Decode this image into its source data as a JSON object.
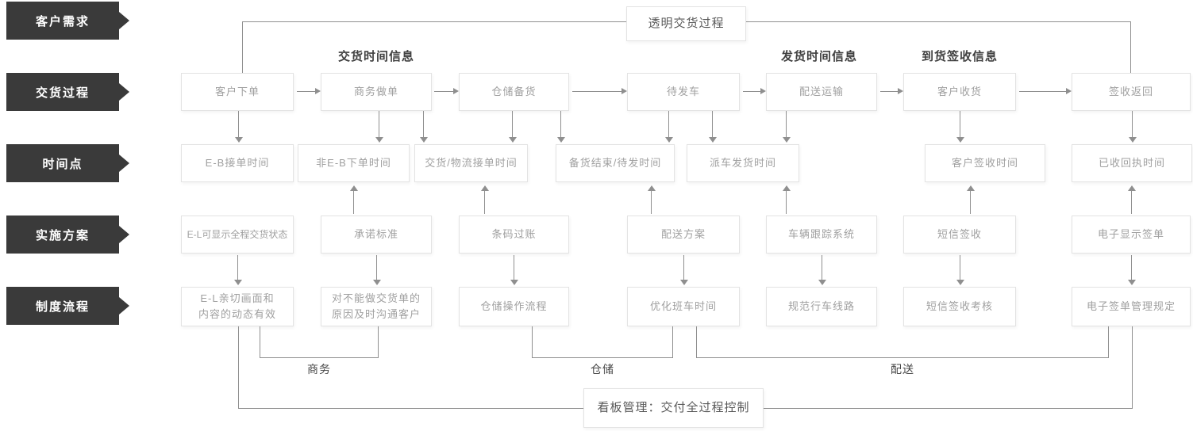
{
  "sidebar": {
    "items": [
      {
        "label": "客户需求"
      },
      {
        "label": "交货过程"
      },
      {
        "label": "时间点"
      },
      {
        "label": "实施方案"
      },
      {
        "label": "制度流程"
      }
    ]
  },
  "top_box": {
    "label": "透明交货过程"
  },
  "bottom_box": {
    "label": "看板管理：交付全过程控制"
  },
  "headers": [
    {
      "label": "交货时间信息"
    },
    {
      "label": "发货时间信息"
    },
    {
      "label": "到货签收信息"
    }
  ],
  "rows": {
    "process": [
      {
        "label": "客户下单"
      },
      {
        "label": "商务做单"
      },
      {
        "label": "仓储备货"
      },
      {
        "label": "待发车"
      },
      {
        "label": "配送运输"
      },
      {
        "label": "客户收货"
      },
      {
        "label": "签收返回"
      }
    ],
    "time": [
      {
        "label": "E-B接单时间"
      },
      {
        "label": "非E-B下单时间"
      },
      {
        "label": "交货/物流接单时间"
      },
      {
        "label": "备货结束/待发时间"
      },
      {
        "label": "派车发货时间"
      },
      {
        "label": "客户签收时间"
      },
      {
        "label": "已收回执时间"
      }
    ],
    "solution": [
      {
        "label": "E-L可显示全程交货状态"
      },
      {
        "label": "承诺标准"
      },
      {
        "label": "条码过账"
      },
      {
        "label": "配送方案"
      },
      {
        "label": "车辆跟踪系统"
      },
      {
        "label": "短信签收"
      },
      {
        "label": "电子显示签单"
      }
    ],
    "policy": [
      {
        "label": "E-L亲切画面和\n内容的动态有效"
      },
      {
        "label": "对不能做交货单的\n原因及时沟通客户"
      },
      {
        "label": "仓储操作流程"
      },
      {
        "label": "优化班车时间"
      },
      {
        "label": "规范行车线路"
      },
      {
        "label": "短信签收考核"
      },
      {
        "label": "电子签单管理规定"
      }
    ]
  },
  "groups": [
    {
      "label": "商务"
    },
    {
      "label": "仓储"
    },
    {
      "label": "配送"
    }
  ],
  "colors": {
    "background": "#ffffff",
    "sidebar_bg": "#3a3a3a",
    "box_border": "#e3e3e3",
    "box_text": "#a0a0a0",
    "line": "#8f8f8f",
    "heading_text": "#404040",
    "emphasis_text": "#595959"
  }
}
